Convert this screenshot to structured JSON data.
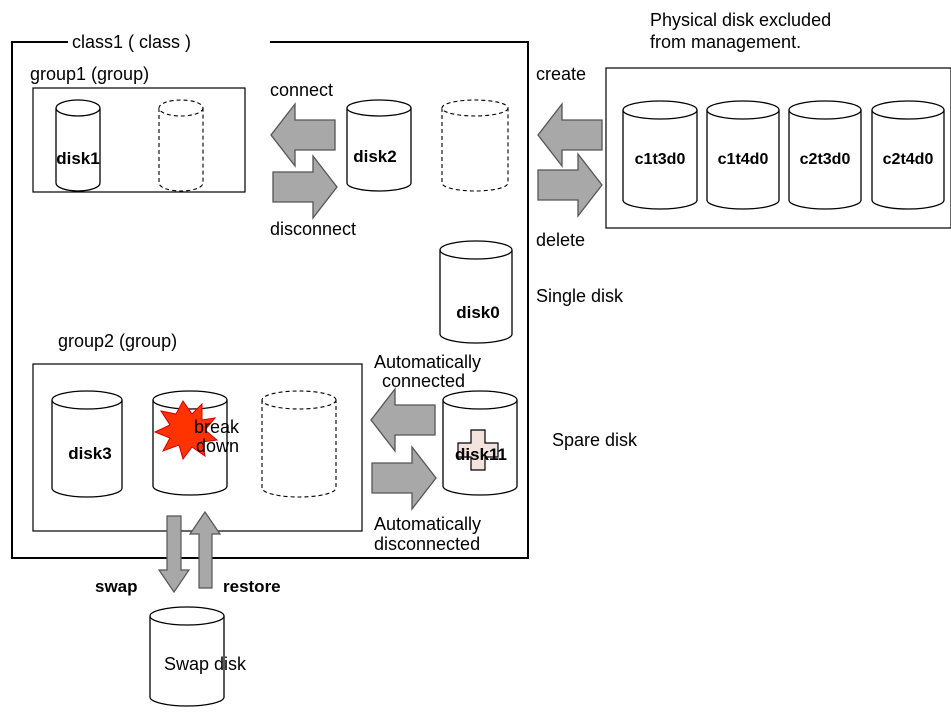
{
  "class": {
    "label": "class1 ( class )"
  },
  "physical_area": {
    "caption_line1": "Physical disk excluded",
    "caption_line2": "from management.",
    "disks": [
      "c1t3d0",
      "c1t4d0",
      "c2t3d0",
      "c2t4d0"
    ]
  },
  "group1": {
    "label": "group1 (group)",
    "disk": "disk1"
  },
  "group2": {
    "label": "group2 (group)",
    "disk": "disk3",
    "broken_line1": "break",
    "broken_line2": "down"
  },
  "disk2": {
    "label": "disk2"
  },
  "single": {
    "disk": "disk0",
    "caption": "Single disk"
  },
  "spare": {
    "disk": "disk11",
    "caption": "Spare disk"
  },
  "swapdisk": {
    "label": "Swap disk"
  },
  "actions": {
    "connect": "connect",
    "disconnect": "disconnect",
    "create": "create",
    "delete": "delete",
    "auto_connected_1": "Automatically",
    "auto_connected_2": "connected",
    "auto_disconnected_1": "Automatically",
    "auto_disconnected_2": "disconnected",
    "swap": "swap",
    "restore": "restore"
  },
  "colors": {
    "arrow_fill": "#a8a8a8",
    "explosion": "#ff3300",
    "cross": "#f2e3dc"
  }
}
